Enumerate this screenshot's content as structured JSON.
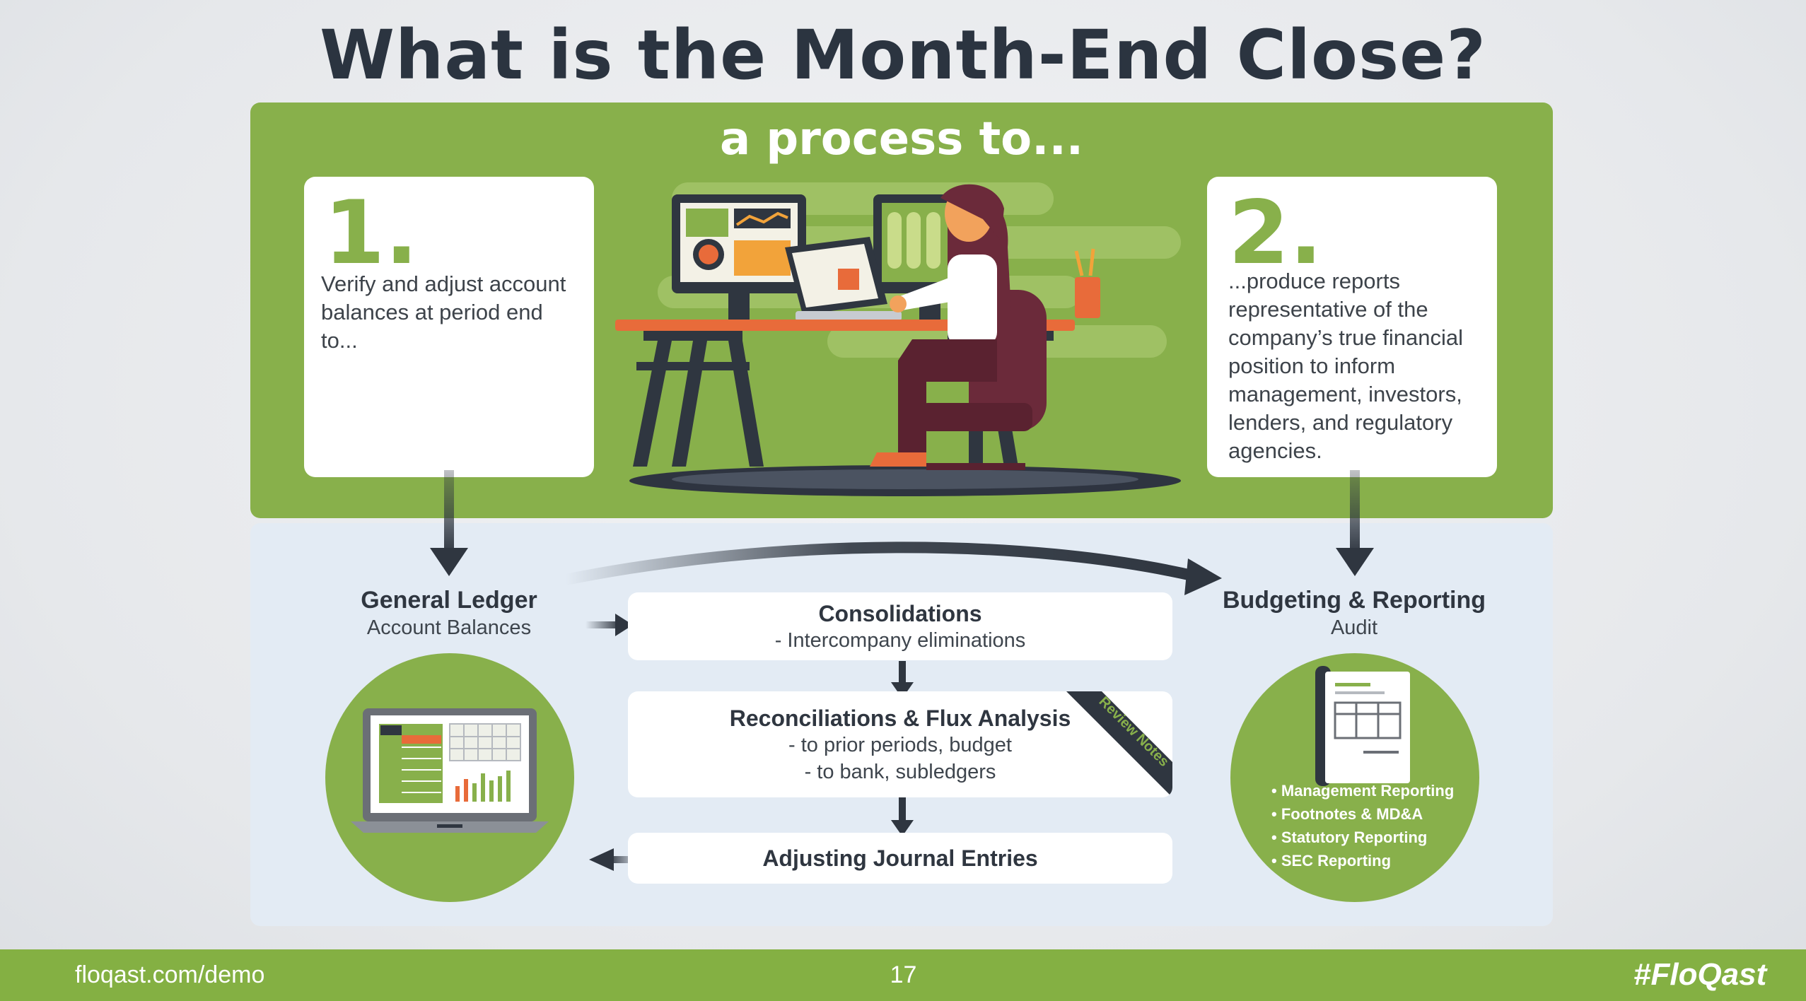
{
  "slide": {
    "title": "What is the Month-End Close?",
    "subtitle": "a process to...",
    "page_number": "17"
  },
  "step1": {
    "number": "1.",
    "text": "Verify and adjust account balances at period end to..."
  },
  "step2": {
    "number": "2.",
    "text": "...produce reports representative of the company’s true financial position to inform management, investors, lenders, and regulatory agencies."
  },
  "general_ledger": {
    "title": "General Ledger",
    "subtitle": "Account Balances"
  },
  "budgeting": {
    "title": "Budgeting & Reporting",
    "subtitle": "Audit",
    "bullets": [
      "• Management Reporting",
      "• Footnotes & MD&A",
      "• Statutory Reporting",
      "• SEC Reporting"
    ]
  },
  "process": {
    "consolidations": {
      "title": "Consolidations",
      "line1": "- Intercompany eliminations"
    },
    "reconciliations": {
      "title": "Reconciliations & Flux Analysis",
      "line1": "- to prior periods, budget",
      "line2": "- to bank, subledgers",
      "ribbon": "Review Notes"
    },
    "adjusting": {
      "title": "Adjusting Journal Entries"
    }
  },
  "footer": {
    "url": "floqast.com/demo",
    "logo": "#FloQast"
  },
  "colors": {
    "green": "#88b04b",
    "dark": "#2b3440",
    "light_blue": "#e3ebf4",
    "maroon": "#6b2a3a"
  }
}
